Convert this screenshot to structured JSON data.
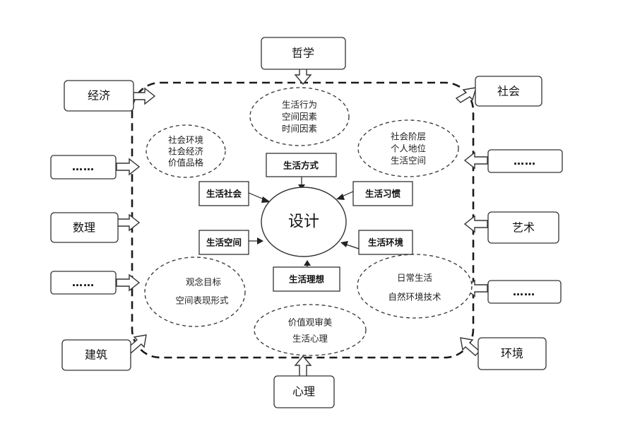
{
  "center": "设计",
  "outer_factors": {
    "top": "哲学",
    "bottom": "心理",
    "left": [
      "经济",
      "……",
      "数理",
      "……",
      "建筑"
    ],
    "right": [
      "社会",
      "……",
      "艺术",
      "……",
      "环境"
    ]
  },
  "lifestyle_aspects": {
    "top": "生活方式",
    "left_upper": "生活社会",
    "right_upper": "生活习惯",
    "left_lower": "生活空间",
    "right_lower": "生活环境",
    "bottom": "生活理想"
  },
  "factor_clouds": {
    "top": [
      "生活行为",
      "空间因素",
      "时间因素"
    ],
    "upper_left": [
      "社会环境",
      "社会经济",
      "价值品格"
    ],
    "upper_right": [
      "社会阶层",
      "个人地位",
      "生活空间"
    ],
    "lower_left": [
      "观念目标",
      "空间表现形式"
    ],
    "lower_right": [
      "日常生活",
      "自然环境技术"
    ],
    "bottom": [
      "价值观审美",
      "生活心理"
    ]
  },
  "colors": {
    "stroke": "#333333",
    "frame": "#1a1a1a",
    "background": "#ffffff"
  }
}
